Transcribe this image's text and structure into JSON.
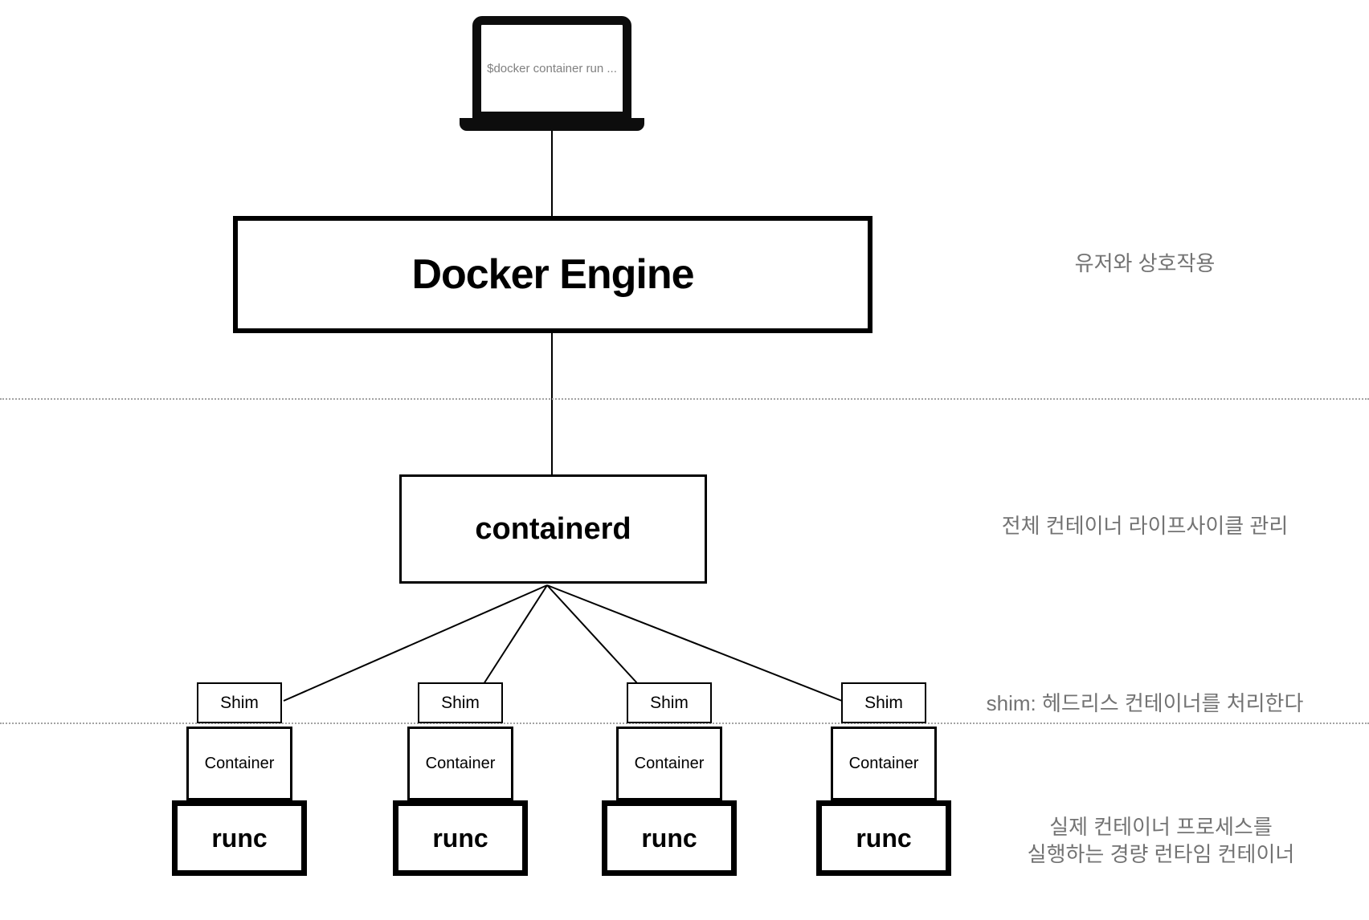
{
  "diagram": {
    "terminal": {
      "command": "$docker container run ..."
    },
    "nodes": {
      "docker_engine": {
        "label": "Docker Engine"
      },
      "containerd": {
        "label": "containerd"
      },
      "shim": {
        "label": "Shim"
      },
      "container": {
        "label": "Container"
      },
      "runc": {
        "label": "runc"
      }
    },
    "annotations": {
      "docker_engine": "유저와 상호작용",
      "containerd": "전체 컨테이너 라이프사이클 관리",
      "shim": "shim: 헤드리스 컨테이너를 처리한다",
      "runc_line1": "실제 컨테이너 프로세스를",
      "runc_line2": "실행하는 경량 런타임 컨테이너"
    },
    "colors": {
      "box_border": "#000000",
      "annotation_text": "#737373",
      "divider": "#a3a3a3",
      "laptop": "#0d0d0d"
    }
  }
}
